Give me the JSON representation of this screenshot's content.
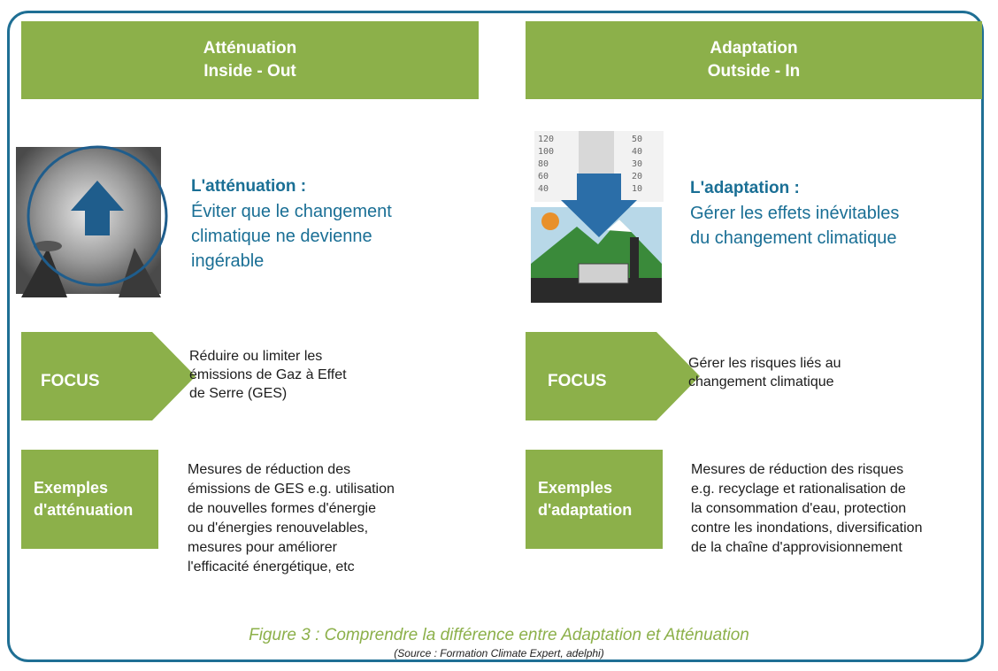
{
  "left": {
    "header_line1": "Atténuation",
    "header_line2": "Inside - Out",
    "def_title": "L'atténuation :",
    "def_line1": "Éviter que le changement",
    "def_line2": "climatique ne devienne",
    "def_line3": "ingérable",
    "focus_label": "FOCUS",
    "focus_line1": "Réduire ou limiter les",
    "focus_line2": "émissions de Gaz à Effet",
    "focus_line3": "de Serre (GES)",
    "examples_line1": "Exemples",
    "examples_line2": "d'atténuation",
    "ex_line1": "Mesures de réduction des",
    "ex_line2": "émissions de GES e.g. utilisation",
    "ex_line3": "de nouvelles formes d'énergie",
    "ex_line4": "ou d'énergies renouvelables,",
    "ex_line5": "mesures pour améliorer",
    "ex_line6": "l'efficacité énergétique, etc"
  },
  "right": {
    "header_line1": "Adaptation",
    "header_line2": "Outside - In",
    "def_title": "L'adaptation :",
    "def_line1": "Gérer les effets inévitables",
    "def_line2": "du changement climatique",
    "focus_label": "FOCUS",
    "focus_line1": "Gérer les risques liés au",
    "focus_line2": "changement climatique",
    "examples_line1": "Exemples",
    "examples_line2": "d'adaptation",
    "ex_line1": "Mesures de réduction des risques",
    "ex_line2": "e.g. recyclage et rationalisation de",
    "ex_line3": "la consommation d'eau,  protection",
    "ex_line4": "contre les inondations, diversification",
    "ex_line5": "de la chaîne d'approvisionnement"
  },
  "thermometer_ticks": {
    "left_col": [
      "120",
      "100",
      "80",
      "60",
      "40"
    ],
    "right_col": [
      "50",
      "40",
      "30",
      "20",
      "10"
    ]
  },
  "caption": "Figure 3 : Comprendre la différence entre Adaptation et Atténuation",
  "source": "(Source : Formation Climate Expert, adelphi)",
  "colors": {
    "green": "#8cb04a",
    "blue": "#1a6f95",
    "frame": "#1f6f94"
  },
  "icons": {
    "left_image": "smokestack-arrow-up-icon",
    "right_image": "thermometer-arrow-down-icon"
  }
}
